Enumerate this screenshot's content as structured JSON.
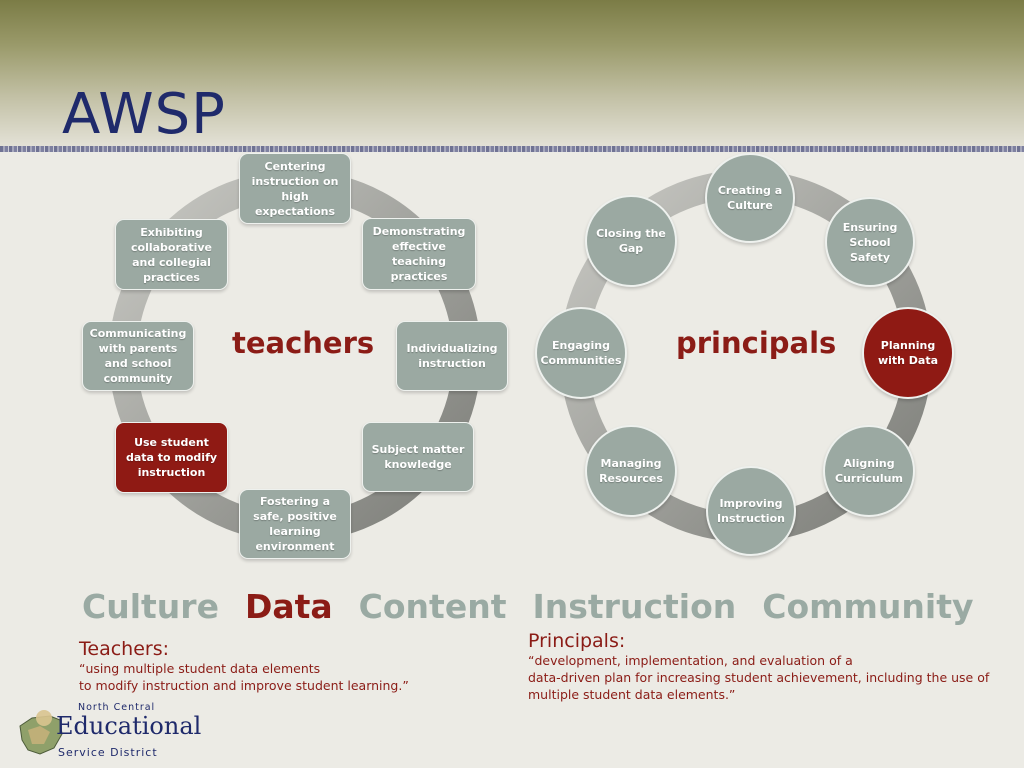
{
  "slide": {
    "title": "AWSP"
  },
  "teachers_diagram": {
    "center_label": "teachers",
    "nodes": [
      {
        "label": "Centering instruction on high expectations"
      },
      {
        "label": "Demonstrating effective teaching practices"
      },
      {
        "label": "Individualizing instruction"
      },
      {
        "label": "Subject matter knowledge"
      },
      {
        "label": "Fostering a safe, positive learning environment"
      },
      {
        "label": "Use student data to modify instruction"
      },
      {
        "label": "Communicating with parents and school community"
      },
      {
        "label": "Exhibiting collaborative and collegial practices"
      }
    ],
    "highlight_color": "#8f1a14",
    "node_color": "#9ba9a2"
  },
  "principals_diagram": {
    "center_label": "principals",
    "nodes": [
      {
        "label": "Creating a Culture"
      },
      {
        "label": "Ensuring School Safety"
      },
      {
        "label": "Planning with Data"
      },
      {
        "label": "Aligning Curriculum"
      },
      {
        "label": "Improving Instruction"
      },
      {
        "label": "Managing Resources"
      },
      {
        "label": "Engaging Communities"
      },
      {
        "label": "Closing the Gap"
      }
    ],
    "highlight_color": "#8f1a14",
    "node_color": "#9ba9a2"
  },
  "themes": [
    "Culture",
    "Data",
    "Content",
    "Instruction",
    "Community"
  ],
  "teachers_quote": {
    "heading": "Teachers:",
    "text": "“using multiple student data elements\n  to modify instruction and improve student learning.”"
  },
  "principals_quote": {
    "heading": "Principals:",
    "text": "“development, implementation, and evaluation of a\ndata-driven plan for increasing student achievement, including the use of multiple student data elements.”"
  },
  "logo": {
    "line1": "North Central",
    "line2": "Educational",
    "line3": "Service District"
  },
  "colors": {
    "title": "#1f2a6b",
    "accent": "#8b1c16",
    "theme_inactive": "#9aaaa3"
  }
}
